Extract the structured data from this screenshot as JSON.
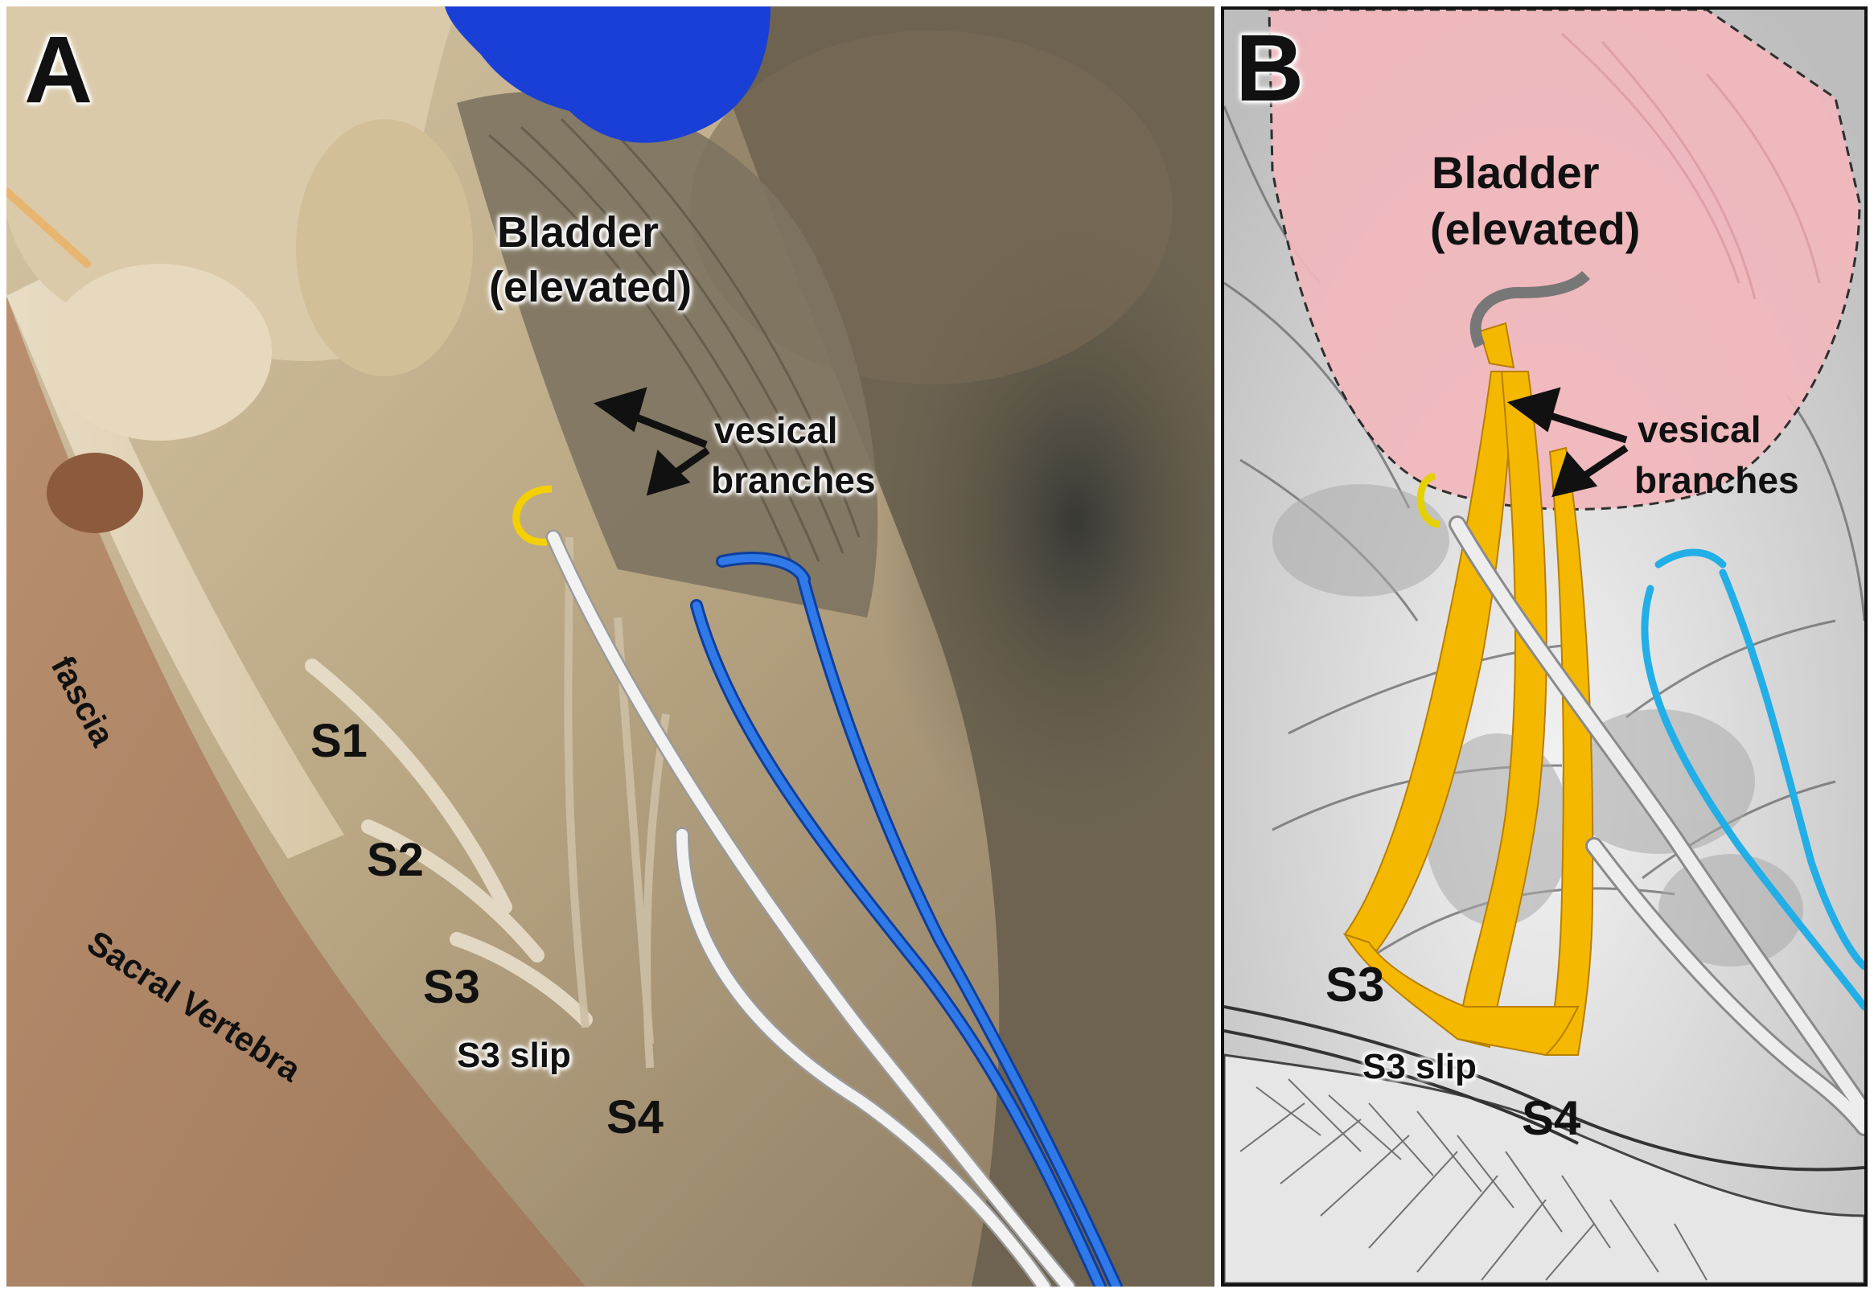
{
  "panel_a": {
    "letter": "A",
    "bladder_line1": "Bladder",
    "bladder_line2": "(elevated)",
    "vesical_line1": "vesical",
    "vesical_line2": "branches",
    "fascia": "fascia",
    "s1": "S1",
    "s2": "S2",
    "s3": "S3",
    "s3_slip": "S3 slip",
    "s4": "S4",
    "sacral_vertebra": "Sacral Vertebra"
  },
  "panel_b": {
    "letter": "B",
    "bladder_line1": "Bladder",
    "bladder_line2": "(elevated)",
    "vesical_line1": "vesical",
    "vesical_line2": "branches",
    "s3": "S3",
    "s3_slip": "S3 slip",
    "s4": "S4"
  },
  "colors": {
    "bladder_fill": "#f2b8bd",
    "nerve_yellow": "#f5b800",
    "wire_white": "#eeeeee",
    "wire_blue_a": "#1a5fd1",
    "wire_blue_b": "#22aee6",
    "glove_blue": "#1a3fd6",
    "tissue": "#cdb896"
  }
}
